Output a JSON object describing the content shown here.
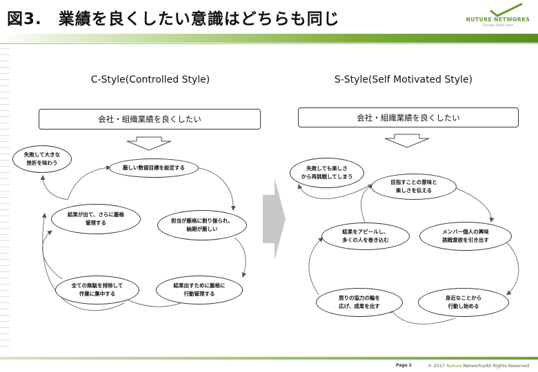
{
  "title": "図3.　業績を良くしたい意識はどちらも同じ",
  "logo": {
    "name": "NUTURE NETWORKS",
    "tagline": "Change Starts Here",
    "icon": "check-mark-icon"
  },
  "colors": {
    "accent": "#6a9a2a",
    "band_dark": "#5b8c24",
    "arrow": "#c8c8c8"
  },
  "left": {
    "heading": "C-Style(Controlled Style)",
    "goal": "会社・組織業績を良くしたい",
    "nodes": {
      "failure": [
        "失敗して大きな",
        "挫折を味わう"
      ],
      "set_target": [
        "厳しい数値目標を設定する"
      ],
      "assigned": [
        "担当が厳格に割り振られ、",
        "納期が厳しい"
      ],
      "control": [
        "結果出すために厳格に",
        "行動管理する"
      ],
      "suppress": [
        "全ての無駄を排除して",
        "作業に集中する"
      ],
      "stricter": [
        "結果が出て、さらに厳格",
        "管理する"
      ]
    }
  },
  "right": {
    "heading": "S-Style(Self Motivated Style)",
    "goal": "会社・組織業績を良くしたい",
    "nodes": {
      "failure": [
        "失敗しても楽しさ",
        "から再挑戦してしまう"
      ],
      "meaning": [
        "目指すことの意味と",
        "楽しさを伝える"
      ],
      "motivation": [
        "メンバー個人の興味",
        "挑戦意欲を引き出す"
      ],
      "act": [
        "身近なことから",
        "行動し始める"
      ],
      "cooperate": [
        "周りの協力の輪を",
        "広げ、成果を出す"
      ],
      "appeal": [
        "結果をアピールし、",
        "多くの人を巻き込む"
      ]
    }
  },
  "footer": {
    "page": "Page 2",
    "copyright_prefix": "© 2017 ",
    "copyright_brand": "Nuture",
    "copyright_suffix": " Networks/All Rights Reserved"
  }
}
